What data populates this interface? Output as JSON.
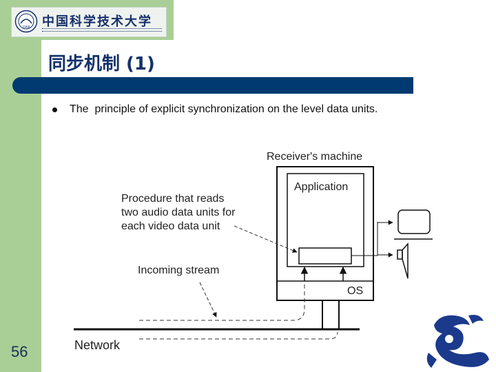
{
  "slide": {
    "title": "同步机制 (1)",
    "bullet": "The  principle of explicit synchronization on the level data units.",
    "page_number": "56"
  },
  "logo": {
    "university_name": "中国科学技术大学",
    "seal_text": "1958"
  },
  "diagram": {
    "receiver_label": "Receiver's machine",
    "application_label": "Application",
    "os_label": "OS",
    "procedure_label_lines": [
      "Procedure that reads",
      "two audio data units for",
      "each video data unit"
    ],
    "incoming_label": "Incoming stream",
    "network_label": "Network"
  },
  "colors": {
    "side_band": "#a9cf96",
    "title_bar": "#003a70",
    "title_text": "#14326a",
    "emblem": "#1b3a8c"
  }
}
